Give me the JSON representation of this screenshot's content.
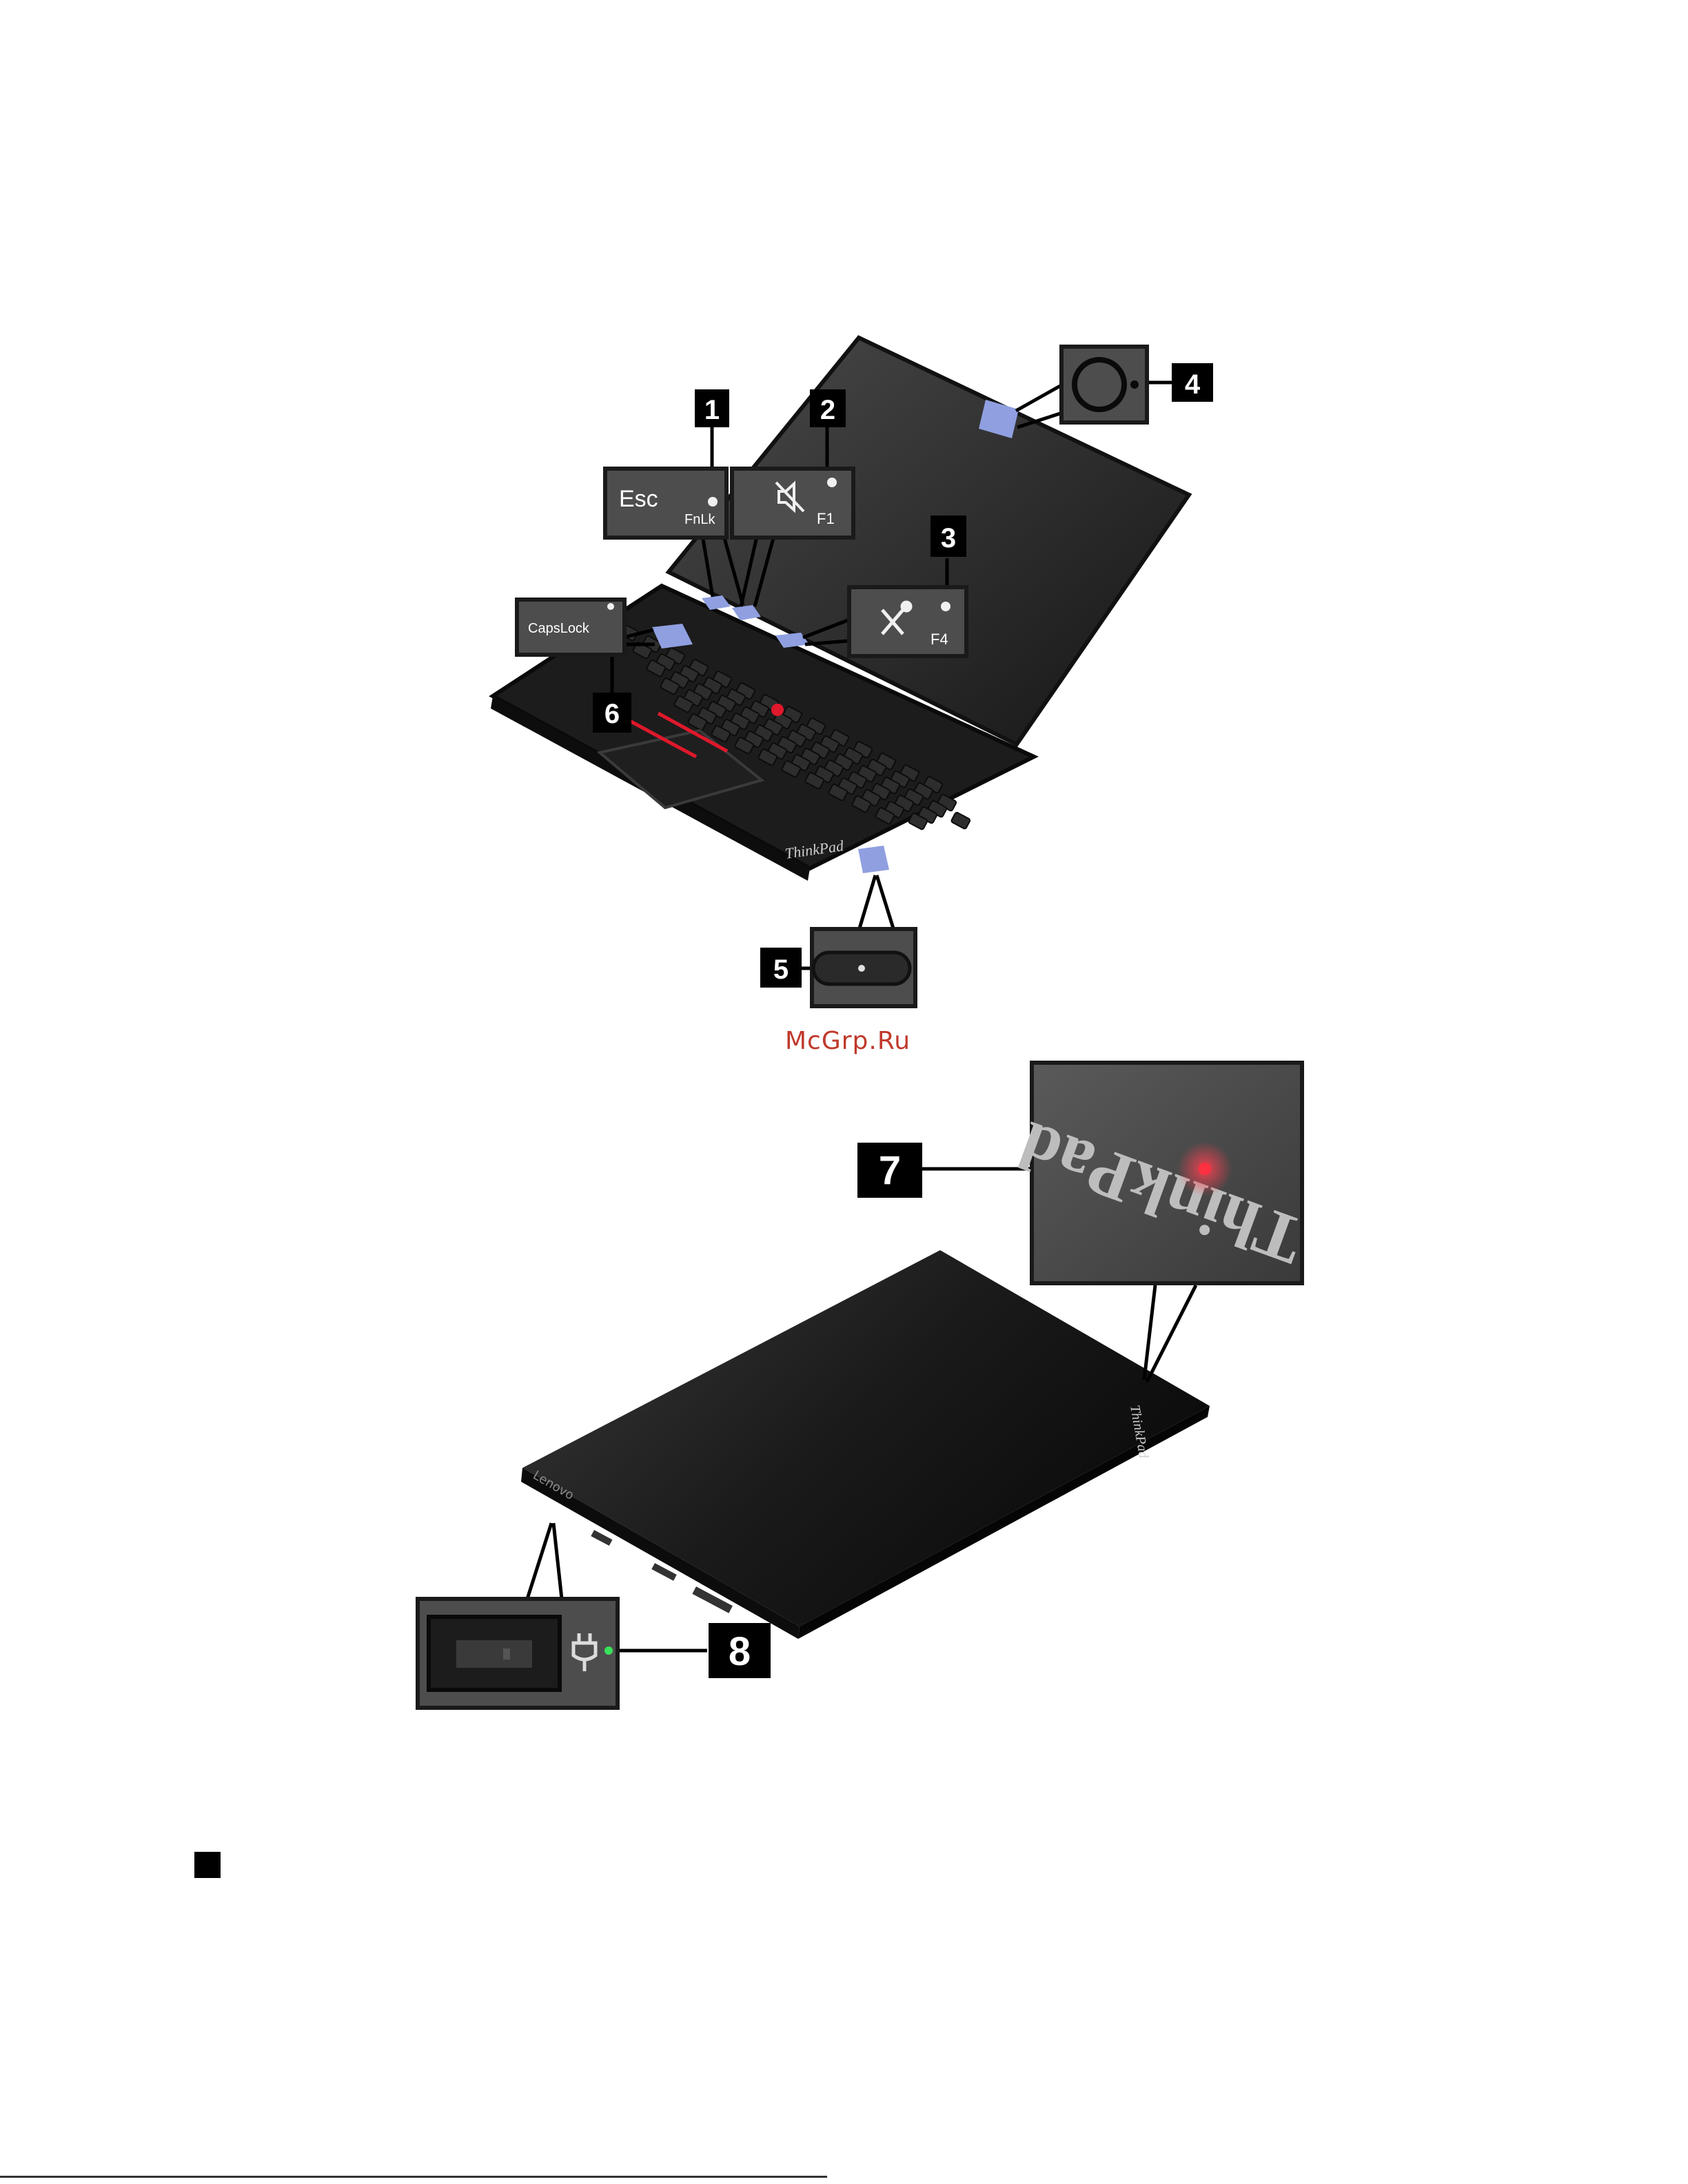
{
  "watermark": "McGrp.Ru",
  "callouts": {
    "c1": "1",
    "c2": "2",
    "c3": "3",
    "c4": "4",
    "c5": "5",
    "c6": "6",
    "c7": "7",
    "c8": "8"
  },
  "keys": {
    "esc_main": "Esc",
    "esc_sub": "FnLk",
    "f1_sub": "F1",
    "f4_sub": "F4",
    "capslock": "CapsLock"
  },
  "branding": {
    "thinkpad_palmrest": "ThinkPad",
    "thinkpad_lid_zoom": "ThinkPad",
    "lenovo_edge": "Lenovo"
  },
  "icons": {
    "mute": "speaker-mute-icon",
    "mic_mute": "microphone-mute-icon",
    "camera": "camera-lens-icon",
    "fingerprint": "fingerprint-reader-icon",
    "power": "power-plug-icon"
  },
  "colors": {
    "highlight": "#8f9fe0",
    "trackpoint": "#e0182b",
    "led_red": "#ff3040",
    "led_green": "#39e25a",
    "callout_bg": "#000000"
  }
}
